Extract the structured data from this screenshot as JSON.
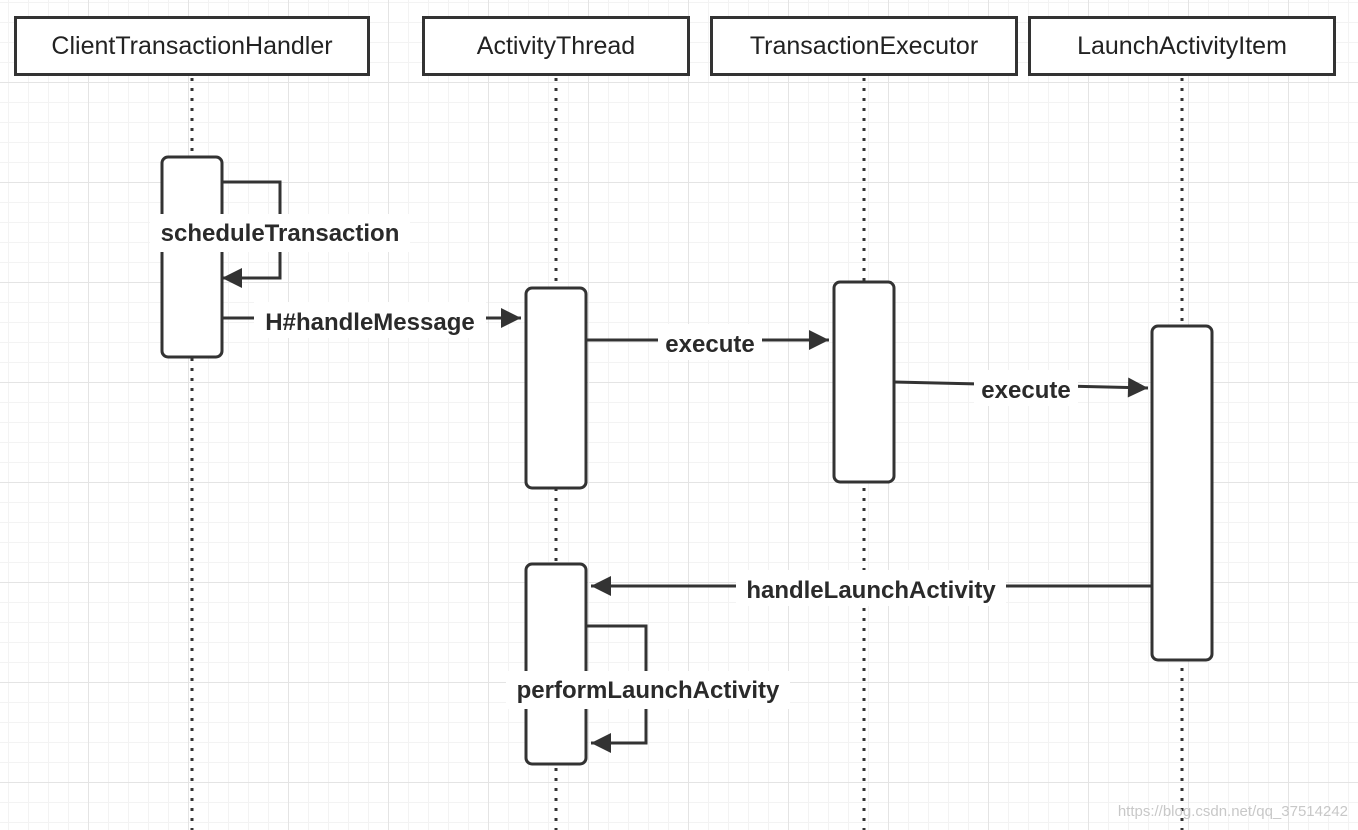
{
  "participants": {
    "client": "ClientTransactionHandler",
    "thread": "ActivityThread",
    "executor": "TransactionExecutor",
    "item": "LaunchActivityItem"
  },
  "messages": {
    "schedule": "scheduleTransaction",
    "handle_message": "H#handleMessage",
    "execute_1": "execute",
    "execute_2": "execute",
    "handle_launch": "handleLaunchActivity",
    "perform_launch": "performLaunchActivity"
  },
  "watermark": "https://blog.csdn.net/qq_37514242",
  "colors": {
    "stroke": "#333333",
    "text": "#2a2a2a",
    "grid": "#e4e4e4"
  }
}
